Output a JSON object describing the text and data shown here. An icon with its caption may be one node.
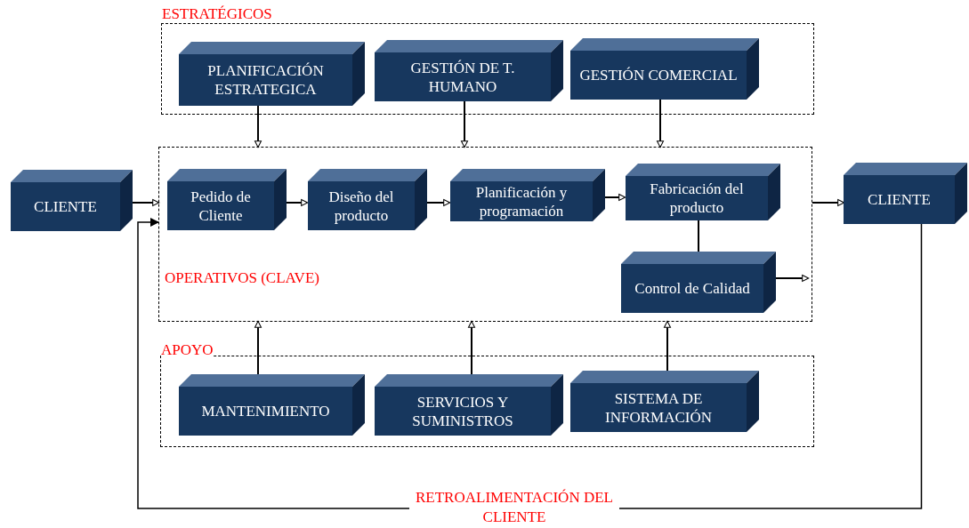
{
  "diagram": {
    "nodes": [
      {
        "text": [
          "ESTRATÉGICOS"
        ]
      },
      {
        "text": [
          "PLANIFICACIÓN ESTRATEGICA"
        ],
        "in": 0
      },
      {
        "text": [
          "GESTIÓN DE T. HUMANO"
        ],
        "in": 0
      },
      {
        "text": [
          "GESTIÓN COMERCIAL"
        ],
        "in": 0
      },
      {
        "text": [
          "CLIENTE"
        ]
      },
      {
        "text": [
          "OPERATIVOS (CLAVE)"
        ]
      },
      {
        "text": [
          "Pedido de Cliente"
        ],
        "in": 5
      },
      {
        "text": [
          "Diseño del producto"
        ],
        "in": 5
      },
      {
        "text": [
          "Planificación y programación"
        ],
        "in": 5
      },
      {
        "text": [
          "Fabricación del producto"
        ],
        "in": 5
      },
      {
        "text": [
          "Control de Calidad"
        ],
        "in": 5
      },
      {
        "text": [
          "CLIENTE"
        ]
      },
      {
        "text": [
          "APOYO"
        ]
      },
      {
        "text": [
          "MANTENIMIENTO"
        ],
        "in": 12
      },
      {
        "text": [
          "SERVICIOS Y SUMINISTROS"
        ],
        "in": 12
      },
      {
        "text": [
          "SISTEMA DE INFORMACIÓN"
        ],
        "in": 12
      }
    ],
    "edges": [
      {
        "from": 1,
        "to": 5,
        "arrow": "to"
      },
      {
        "from": 2,
        "to": 5,
        "arrow": "to"
      },
      {
        "from": 3,
        "to": 5,
        "arrow": "to"
      },
      {
        "from": 4,
        "to": 5,
        "arrow": "to"
      },
      {
        "from": 6,
        "to": 7,
        "arrow": "to"
      },
      {
        "from": 7,
        "to": 8,
        "arrow": "to"
      },
      {
        "from": 8,
        "to": 9,
        "arrow": "to"
      },
      {
        "from": 9,
        "to": 10,
        "arrow": "to"
      },
      {
        "from": 10,
        "to": null,
        "arrow": "to"
      },
      {
        "from": 5,
        "to": 11,
        "arrow": "to"
      },
      {
        "from": 13,
        "to": 5,
        "arrow": "to"
      },
      {
        "from": 14,
        "to": 5,
        "arrow": "to"
      },
      {
        "from": 15,
        "to": 5,
        "arrow": "to"
      },
      {
        "from": 11,
        "to": 5,
        "arrow": "to",
        "label": "RETROALIMENTACIÓN DEL CLIENTE"
      }
    ]
  }
}
